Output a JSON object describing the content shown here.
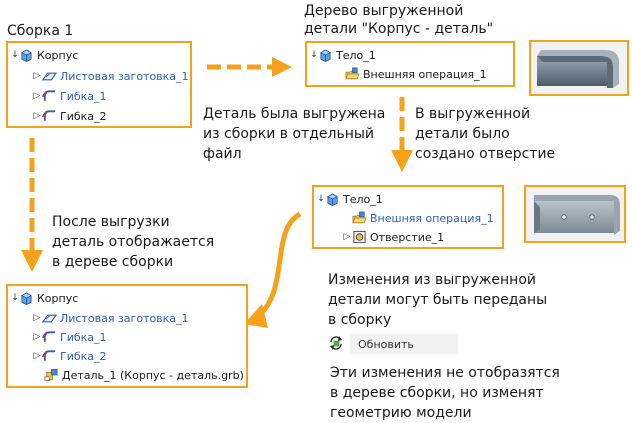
{
  "labels": {
    "assembly_title": "Сборка 1",
    "tree_title_line1": "Дерево выгруженной",
    "tree_title_line2": "детали \"Корпус - деталь\"",
    "unloaded_line1": "Деталь была выгружена",
    "unloaded_line2": "из сборки в отдельный",
    "unloaded_line3": "файл",
    "hole_line1": "В выгруженной",
    "hole_line2": "детали было",
    "hole_line3": "создано отверстие",
    "after_line1": "После выгрузки",
    "after_line2": "деталь отображается",
    "after_line3": "в дереве сборки",
    "transfer_line1": "Изменения из выгруженной",
    "transfer_line2": "детали могут быть переданы",
    "transfer_line3": "в сборку",
    "note_line1": "Эти изменения не отобразятся",
    "note_line2": "в дереве сборки, но изменят",
    "note_line3": "геометрию модели"
  },
  "tree_assembly": {
    "root": "Корпус",
    "items": [
      "Листовая заготовка_1",
      "Гибка_1",
      "Гибка_2"
    ]
  },
  "tree_part": {
    "root": "Тело_1",
    "items": [
      "Внешняя операция_1"
    ]
  },
  "tree_part_hole": {
    "root": "Тело_1",
    "items": [
      "Внешняя операция_1",
      "Отверстие_1"
    ]
  },
  "tree_assembly_after": {
    "root": "Корпус",
    "items": [
      "Листовая заготовка_1",
      "Гибка_1",
      "Гибка_2",
      "Деталь_1 (Корпус - деталь.grb)"
    ]
  },
  "update_button": {
    "label": "Обновить"
  },
  "colors": {
    "accent": "#f5a11c",
    "link_blue": "#2f5fb3"
  }
}
